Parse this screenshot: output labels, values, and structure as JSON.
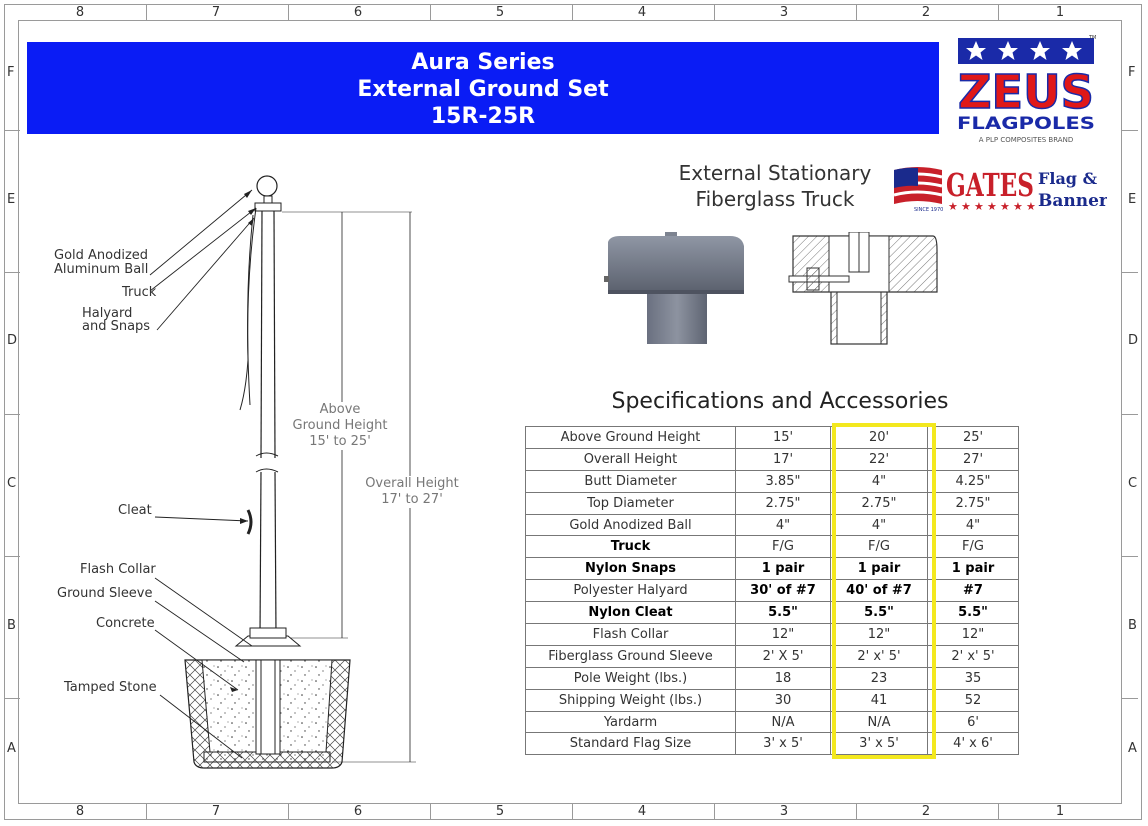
{
  "zones": {
    "columns": [
      "8",
      "7",
      "6",
      "5",
      "4",
      "3",
      "2",
      "1"
    ],
    "rows": [
      "F",
      "E",
      "D",
      "C",
      "B",
      "A"
    ]
  },
  "banner": {
    "line1": "Aura Series",
    "line2": "External Ground Set",
    "line3": "15R-25R",
    "color": "#0a1cf5"
  },
  "zeus_logo": {
    "brand": "ZEUS",
    "sub": "FLAGPOLES",
    "tagline": "A PLP COMPOSITES BRAND",
    "tm": "TM"
  },
  "gates_logo": {
    "brand": "GATES",
    "flag": "Flag &",
    "banner": "Banner",
    "since": "SINCE 1970"
  },
  "truck_section": {
    "title_line1": "External Stationary",
    "title_line2": "Fiberglass Truck"
  },
  "diagram": {
    "labels": {
      "ball": "Gold Anodized Aluminum Ball",
      "ball_l1": "Gold Anodized",
      "ball_l2": "Aluminum Ball",
      "truck": "Truck",
      "halyard_l1": "Halyard",
      "halyard_l2": "and Snaps",
      "cleat": "Cleat",
      "flash_collar": "Flash Collar",
      "ground_sleeve": "Ground Sleeve",
      "concrete": "Concrete",
      "tamped_stone": "Tamped Stone"
    },
    "above_ground": {
      "l1": "Above",
      "l2": "Ground Height",
      "l3": "15' to 25'"
    },
    "overall": {
      "l1": "Overall Height",
      "l2": "17' to 27'"
    }
  },
  "specs": {
    "title": "Specifications and Accessories",
    "rows": [
      {
        "label": "Above Ground Height",
        "v": [
          "15'",
          "20'",
          "25'"
        ],
        "bold": false
      },
      {
        "label": "Overall Height",
        "v": [
          "17'",
          "22'",
          "27'"
        ],
        "bold": false
      },
      {
        "label": "Butt Diameter",
        "v": [
          "3.85\"",
          "4\"",
          "4.25\""
        ],
        "bold": false
      },
      {
        "label": "Top Diameter",
        "v": [
          "2.75\"",
          "2.75\"",
          "2.75\""
        ],
        "bold": false
      },
      {
        "label": "Gold Anodized Ball",
        "v": [
          "4\"",
          "4\"",
          "4\""
        ],
        "bold": false
      },
      {
        "label": "Truck",
        "v": [
          "F/G",
          "F/G",
          "F/G"
        ],
        "bold": false,
        "label_bold": true
      },
      {
        "label": "Nylon Snaps",
        "v": [
          "1 pair",
          "1 pair",
          "1 pair"
        ],
        "bold": true
      },
      {
        "label": "Polyester Halyard",
        "v": [
          "30' of #7",
          "40' of #7",
          "#7"
        ],
        "bold": false,
        "values_bold": true
      },
      {
        "label": "Nylon Cleat",
        "v": [
          "5.5\"",
          "5.5\"",
          "5.5\""
        ],
        "bold": true
      },
      {
        "label": "Flash Collar",
        "v": [
          "12\"",
          "12\"",
          "12\""
        ],
        "bold": false
      },
      {
        "label": "Fiberglass Ground Sleeve",
        "v": [
          "2' X 5'",
          "2' x' 5'",
          "2' x' 5'"
        ],
        "bold": false
      },
      {
        "label": "Pole Weight (lbs.)",
        "v": [
          "18",
          "23",
          "35"
        ],
        "bold": false
      },
      {
        "label": "Shipping Weight (lbs.)",
        "v": [
          "30",
          "41",
          "52"
        ],
        "bold": false
      },
      {
        "label": "Yardarm",
        "v": [
          "N/A",
          "N/A",
          "6'"
        ],
        "bold": false
      },
      {
        "label": "Standard Flag Size",
        "v": [
          "3' x 5'",
          "3' x 5'",
          "4' x 6'"
        ],
        "bold": false
      }
    ],
    "highlight_color": "#f3e81e"
  }
}
